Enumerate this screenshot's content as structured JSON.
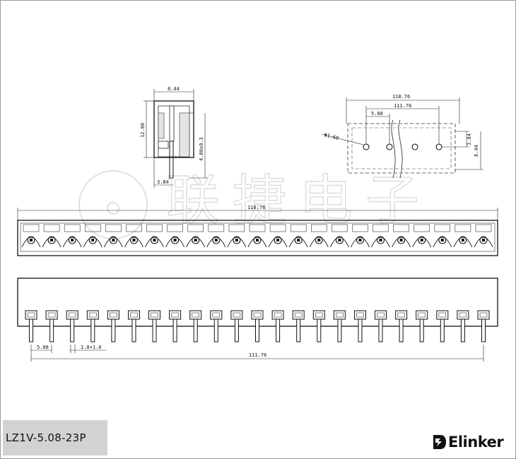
{
  "title": {
    "part_number": "LZ1V-5.08-23P"
  },
  "brand": {
    "name": "Elinker",
    "logo_icon": "elinker-logo-icon"
  },
  "watermark": {
    "text": "联捷电子"
  },
  "dimensions": {
    "side_width": "8.44",
    "side_height": "12.00",
    "pin_length": "4.00±0.3",
    "pin_offset": "3.84",
    "top_total": "118.76",
    "top_inner": "111.76",
    "top_pitch": "5.08",
    "hole_diameter": "Φ1.60",
    "right_offset": "3.84",
    "right_height": "8.44",
    "front_total": "116.76",
    "bottom_pitch": "5.08",
    "bottom_pin": "1.0×1.0",
    "bottom_total": "111.76"
  },
  "connector": {
    "pin_count": 23,
    "pitch_mm": 5.08
  },
  "colors": {
    "line": "#111111",
    "label_bg": "#d2d2d2",
    "watermark": "#cccccc"
  }
}
